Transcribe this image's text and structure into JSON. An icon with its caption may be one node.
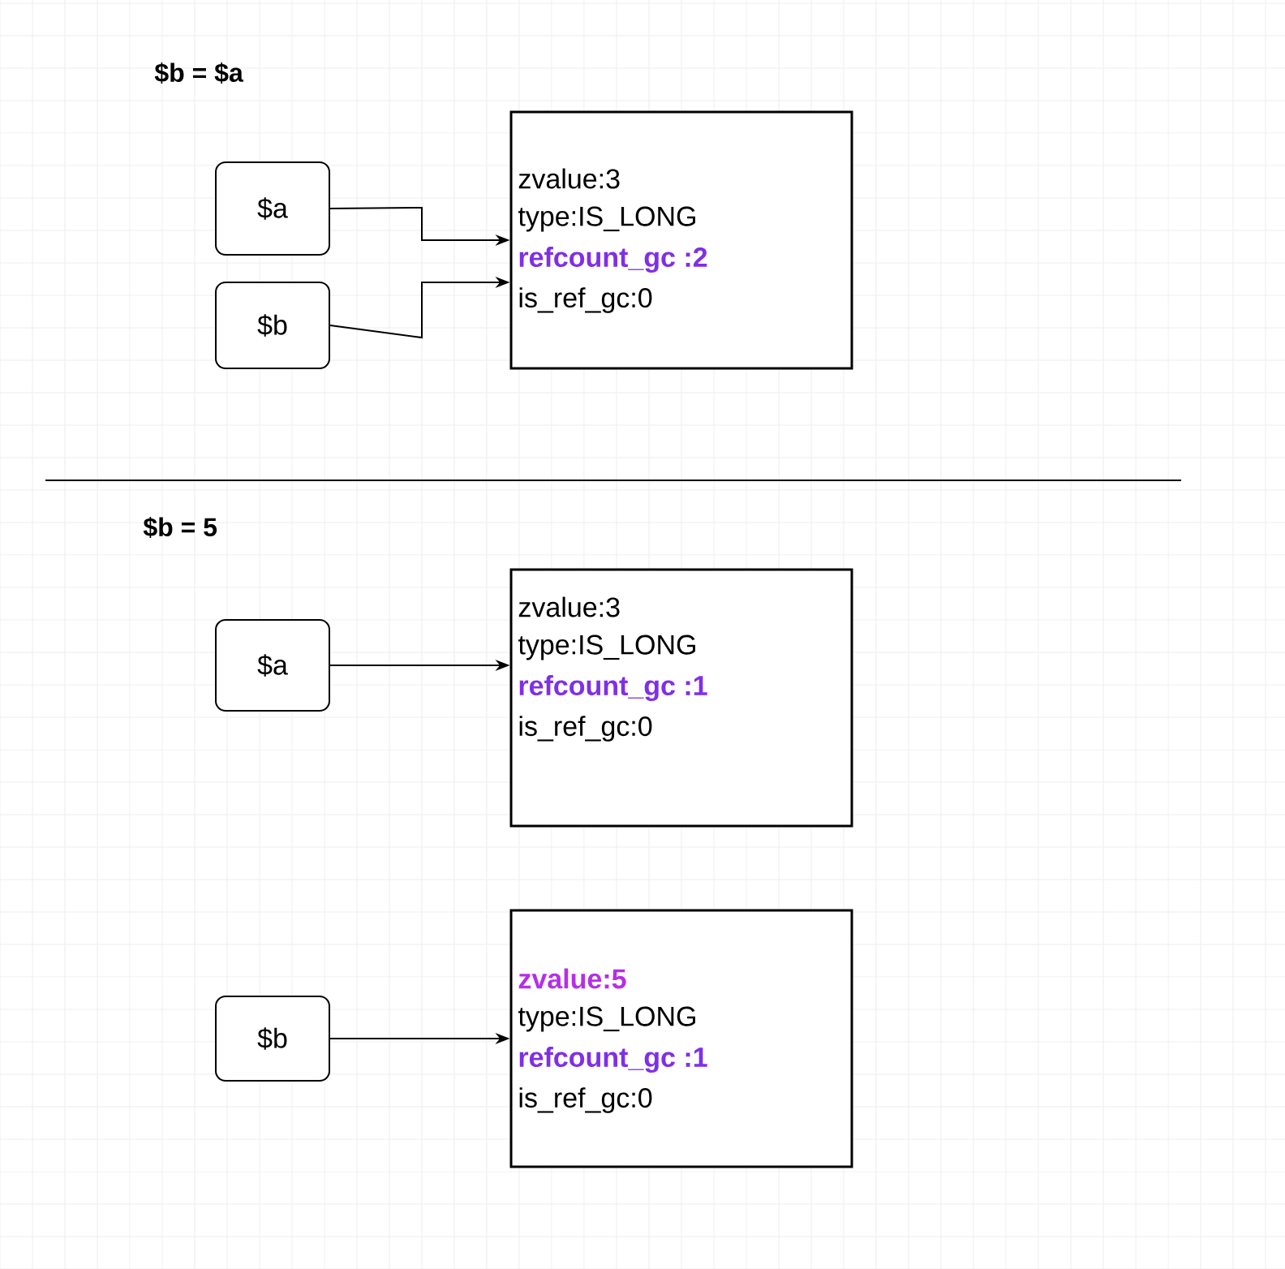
{
  "diagram": {
    "nodes": [
      {
        "text": [
          "$a"
        ]
      },
      {
        "text": [
          "$b"
        ]
      },
      {
        "text": [
          "zvalue:3",
          "type:IS_LONG",
          "refcount_gc :2",
          "is_ref_gc:0"
        ]
      },
      {
        "text": [
          "$a"
        ]
      },
      {
        "text": [
          "zvalue:3",
          "type:IS_LONG",
          "refcount_gc :1",
          "is_ref_gc:0"
        ]
      },
      {
        "text": [
          "$b"
        ]
      },
      {
        "text": [
          "zvalue:5",
          "type:IS_LONG",
          "refcount_gc :1",
          "is_ref_gc:0"
        ]
      }
    ],
    "edges": [
      {
        "from": 0,
        "to": 2,
        "arrow": "to"
      },
      {
        "from": 1,
        "to": 2,
        "arrow": "to"
      },
      {
        "from": 3,
        "to": 4,
        "arrow": "to"
      },
      {
        "from": 5,
        "to": 6,
        "arrow": "to"
      }
    ],
    "labels": [
      "$b = $a",
      "$b = 5"
    ]
  }
}
